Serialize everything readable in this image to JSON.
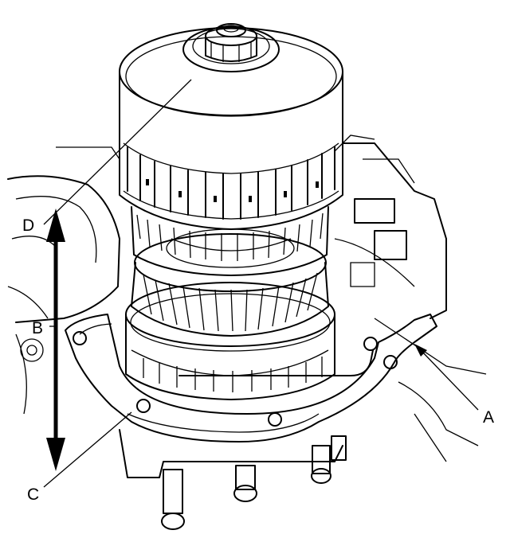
{
  "diagram": {
    "callouts": [
      {
        "id": "A",
        "label": "A"
      },
      {
        "id": "B",
        "label": "B"
      },
      {
        "id": "C",
        "label": "C"
      },
      {
        "id": "D",
        "label": "D"
      }
    ],
    "colors": {
      "line": "#000000",
      "fill": "#ffffff"
    }
  }
}
